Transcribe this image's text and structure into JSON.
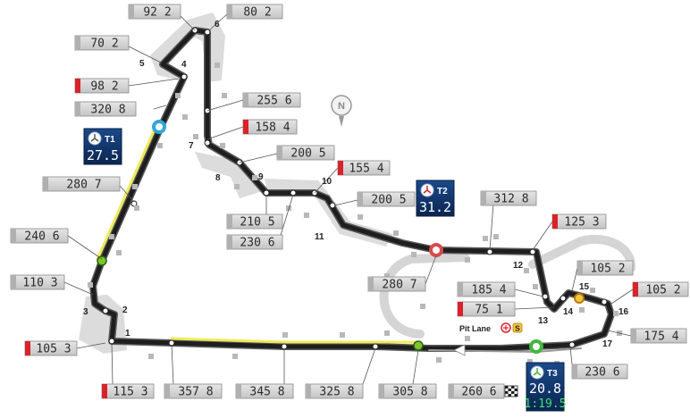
{
  "colors": {
    "track": "#1e1e1e",
    "drs": "#f4f07a",
    "runoff": "#d6d6d6",
    "lcd_bg": "#d4d4d4",
    "slow_marker": "#d8232a",
    "sector_box": "#0e2d5c",
    "sector_t3_text": "#39e36d",
    "t1_ring": "#32a6d8",
    "t2_ring": "#d84a4a",
    "t3_ring": "#42b83d",
    "t15_ring": "#e5a321",
    "drs_point": "#7bc62d"
  },
  "speeds": [
    {
      "id": "s1",
      "value": "92 2",
      "slow": false
    },
    {
      "id": "s2",
      "value": "80 2",
      "slow": false
    },
    {
      "id": "s3",
      "value": "70 2",
      "slow": false
    },
    {
      "id": "s4",
      "value": "98 2",
      "slow": true
    },
    {
      "id": "s5",
      "value": "320 8",
      "slow": false
    },
    {
      "id": "s6",
      "value": "255 6",
      "slow": false
    },
    {
      "id": "s7",
      "value": "158 4",
      "slow": true
    },
    {
      "id": "s8",
      "value": "200 5",
      "slow": false
    },
    {
      "id": "s9",
      "value": "155 4",
      "slow": true
    },
    {
      "id": "s10",
      "value": "200 5",
      "slow": false
    },
    {
      "id": "s11",
      "value": "280 7",
      "slow": false
    },
    {
      "id": "s12",
      "value": "210 5",
      "slow": false
    },
    {
      "id": "s13",
      "value": "230 6",
      "slow": false
    },
    {
      "id": "s14",
      "value": "312 8",
      "slow": false
    },
    {
      "id": "s15",
      "value": "125 3",
      "slow": true
    },
    {
      "id": "s16",
      "value": "240 6",
      "slow": false
    },
    {
      "id": "s17",
      "value": "105 2",
      "slow": false
    },
    {
      "id": "s18",
      "value": "105 2",
      "slow": true
    },
    {
      "id": "s19",
      "value": "110 3",
      "slow": false
    },
    {
      "id": "s20",
      "value": "185 4",
      "slow": false
    },
    {
      "id": "s21",
      "value": "280 7",
      "slow": false
    },
    {
      "id": "s22",
      "value": "75 1",
      "slow": true
    },
    {
      "id": "s23",
      "value": "175 4",
      "slow": false
    },
    {
      "id": "s24",
      "value": "105 3",
      "slow": true
    },
    {
      "id": "s25",
      "value": "230 6",
      "slow": false
    },
    {
      "id": "s26",
      "value": "115 3",
      "slow": true
    },
    {
      "id": "s27",
      "value": "357 8",
      "slow": false
    },
    {
      "id": "s28",
      "value": "345 8",
      "slow": false
    },
    {
      "id": "s29",
      "value": "325 8",
      "slow": false
    },
    {
      "id": "s30",
      "value": "305 8",
      "slow": false
    },
    {
      "id": "s31",
      "value": "260 6",
      "slow": false
    }
  ],
  "turns": [
    "1",
    "2",
    "3",
    "4",
    "5",
    "6",
    "7",
    "8",
    "9",
    "10",
    "11",
    "12",
    "13",
    "14",
    "15",
    "16",
    "17"
  ],
  "sectors": {
    "t1": {
      "label": "T1",
      "value": "27.5"
    },
    "t2": {
      "label": "T2",
      "value": "31.2"
    },
    "t3": {
      "label": "T3",
      "value": "20.8",
      "lap": "1:19.5"
    }
  },
  "pit_lane": {
    "label": "Pit Lane",
    "speed_limit_glyph": "S"
  },
  "compass": {
    "label": "N"
  }
}
